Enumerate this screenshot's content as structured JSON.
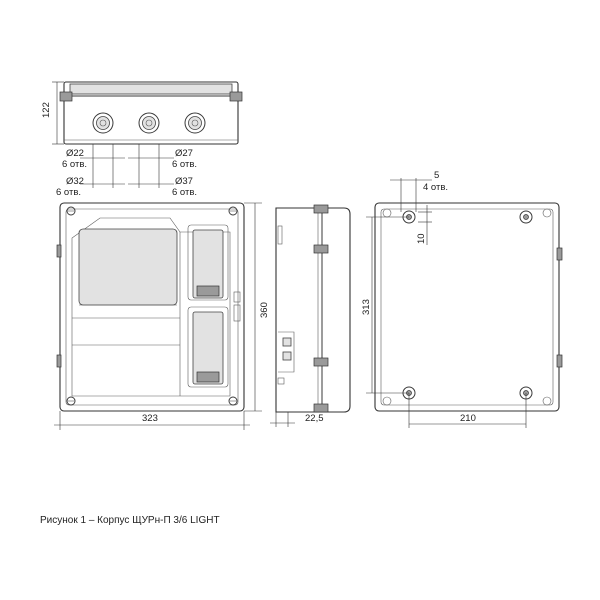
{
  "dimensions": {
    "height_top": "122",
    "d22": "Ø22",
    "holes_a": "6 отв.",
    "d27": "Ø27",
    "holes_b": "6 отв.",
    "d32": "Ø32",
    "holes_c": "6 отв.",
    "d37": "Ø37",
    "holes_d": "6 отв.",
    "height_front": "360",
    "width_front": "323",
    "depth_side": "22,5",
    "dim_5": "5",
    "holes_4": "4 отв.",
    "dim_10": "10",
    "height_back": "313",
    "width_back": "210"
  },
  "caption": "Рисунок 1 – Корпус ЩУРн-П 3/6 LIGHT"
}
